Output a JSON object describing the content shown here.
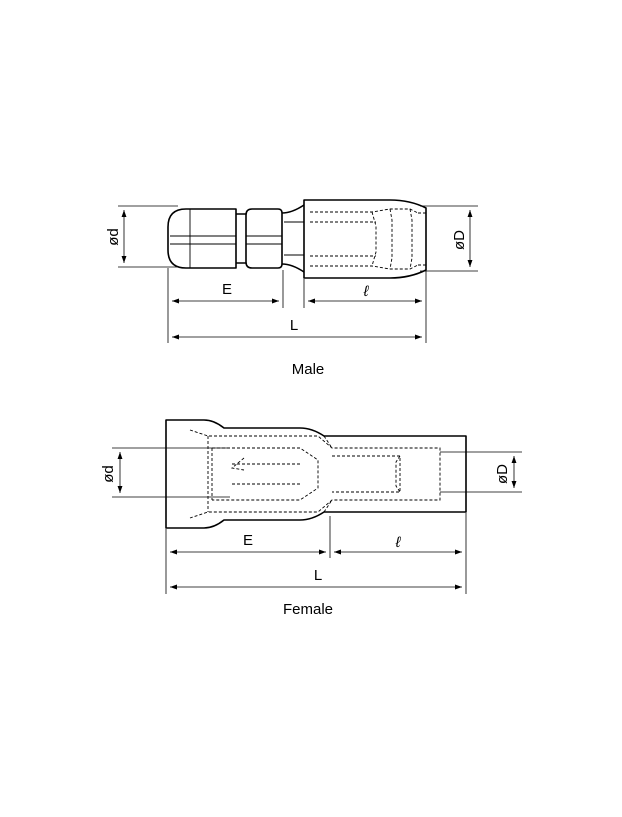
{
  "male": {
    "caption": "Male",
    "labels": {
      "d": "ød",
      "D": "øD",
      "E": "E",
      "l": "ℓ",
      "L": "L"
    }
  },
  "female": {
    "caption": "Female",
    "labels": {
      "d": "ød",
      "D": "øD",
      "E": "E",
      "l": "ℓ",
      "L": "L"
    }
  }
}
